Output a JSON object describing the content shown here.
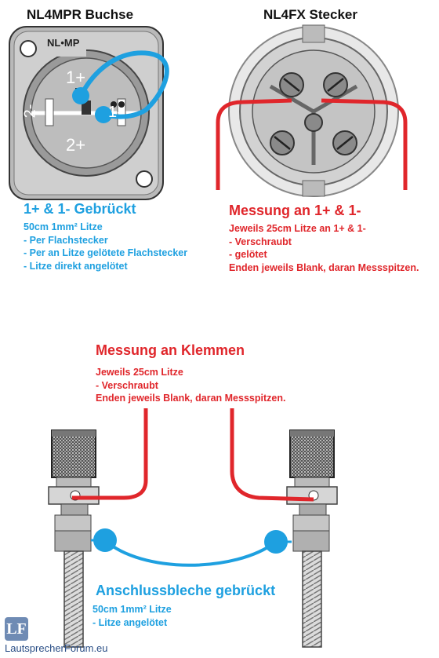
{
  "left_connector": {
    "title": "NL4MPR Buchse",
    "panel_label": "NL•MP",
    "pin_labels": [
      "1+",
      "1-",
      "2-",
      "2+"
    ],
    "caption": "1+ & 1- Gebrückt",
    "details": [
      "50cm 1mm² Litze",
      "- Per Flachstecker",
      "- Per an Litze gelötete Flachstecker",
      "- Litze direkt angelötet"
    ]
  },
  "right_connector": {
    "title": "NL4FX Stecker",
    "caption": "Messung an 1+ & 1-",
    "details": [
      "Jeweils 25cm Litze an 1+ & 1-",
      "- Verschraubt",
      "- gelötet",
      "Enden jeweils Blank, daran Messspitzen."
    ]
  },
  "terminals": {
    "caption": "Messung an Klemmen",
    "details": [
      "Jeweils 25cm Litze",
      "- Verschraubt",
      "Enden jeweils Blank, daran Messspitzen."
    ],
    "bridge_caption": "Anschlussbleche gebrückt",
    "bridge_details": [
      "50cm 1mm² Litze",
      "- Litze angelötet"
    ]
  },
  "logo": {
    "mark": "LF",
    "text": "LautsprecherForum.eu"
  },
  "colors": {
    "blue_wire": "#1ea0e0",
    "red_wire": "#e0262b",
    "metal": "#c8c8c8",
    "text_dark": "#111111"
  }
}
